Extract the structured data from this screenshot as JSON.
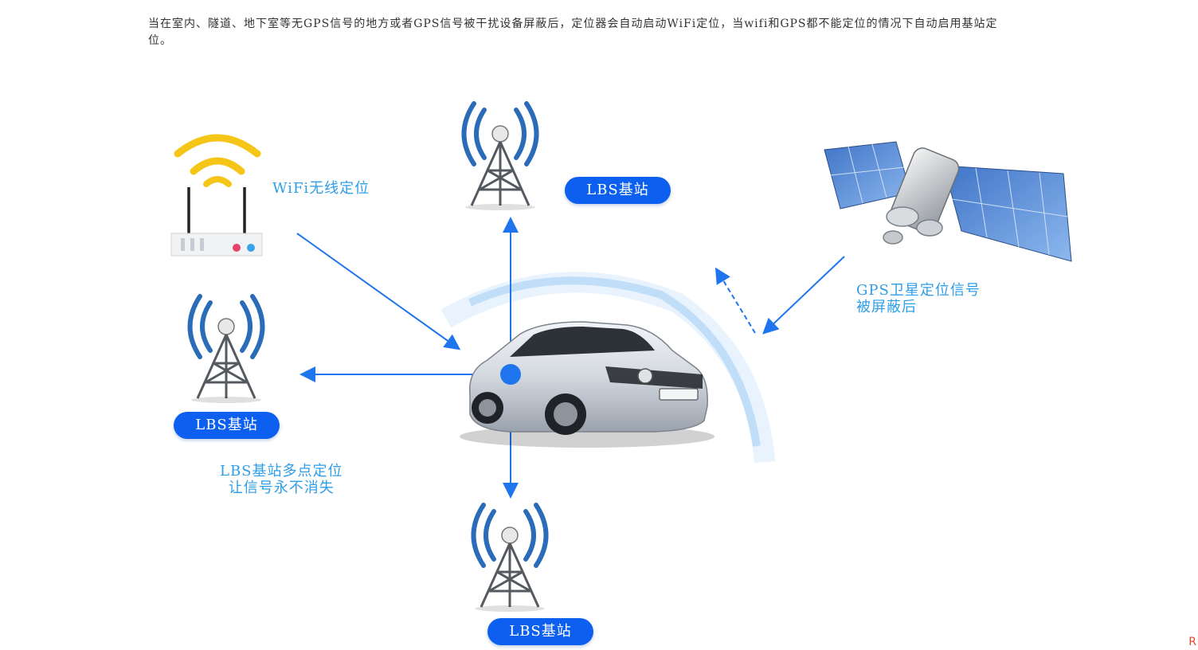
{
  "intro_text": "当在室内、隧道、地下室等无GPS信号的地方或者GPS信号被干扰设备屏蔽后，定位器会自动启动WiFi定位，当wifi和GPS都不能定位的情况下自动启用基站定位。",
  "wifi_label": "WiFi无线定位",
  "lbs": {
    "top": "LBS基站",
    "left": "LBS基站",
    "bottom": "LBS基站"
  },
  "multi_point": {
    "line1": "LBS基站多点定位",
    "line2": "让信号永不消失"
  },
  "gps": {
    "line1": "GPS卫星定位信号",
    "line2": "被屏蔽后"
  },
  "corner_mark": "R",
  "colors": {
    "pill_blue": "#0d5ff0",
    "label_blue": "#2f9ee8",
    "arrow_blue": "#1f75ee",
    "wifi_yellow": "#f5c518",
    "tower_blue": "#2b6cb8"
  },
  "icons": [
    "wifi-router-icon",
    "cell-tower-icon",
    "satellite-icon",
    "car-icon"
  ]
}
